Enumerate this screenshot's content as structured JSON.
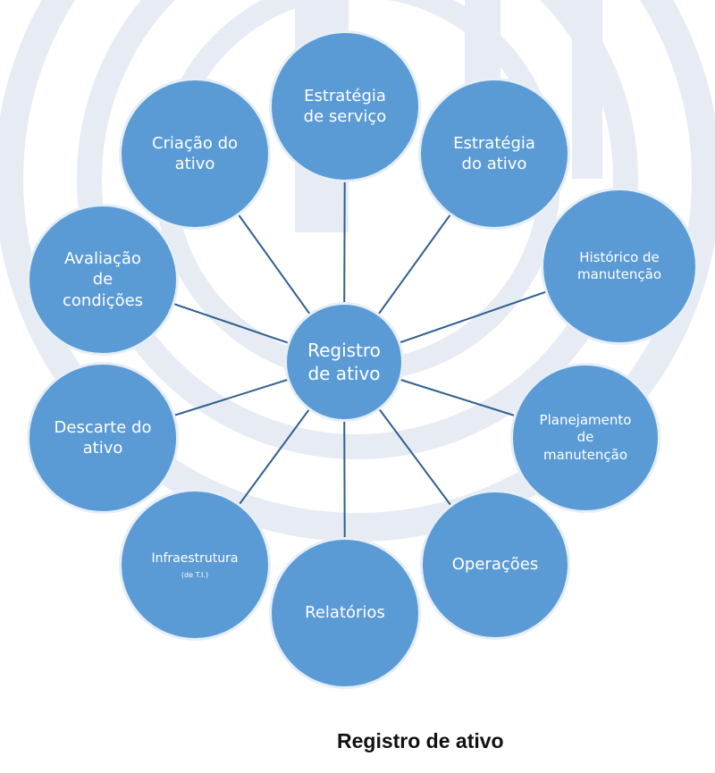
{
  "colors": {
    "node_fill": "#5b9bd5",
    "node_stroke": "#e6eef7",
    "connector": "#2f5f8f",
    "watermark": "#e7ebf3"
  },
  "center": {
    "label": "Registro\nde ativo"
  },
  "nodes": [
    {
      "id": "estrategia-servico",
      "label": "Estratégia\nde serviço"
    },
    {
      "id": "estrategia-ativo",
      "label": "Estratégia\ndo ativo"
    },
    {
      "id": "historico-manutencao",
      "label": "Histórico de\nmanutenção"
    },
    {
      "id": "planejamento-manutencao",
      "label": "Planejamento\nde\nmanutenção"
    },
    {
      "id": "operacoes",
      "label": "Operações"
    },
    {
      "id": "relatorios",
      "label": "Relatórios"
    },
    {
      "id": "infraestrutura",
      "label": "Infraestrutura",
      "sublabel": "(de T.I.)"
    },
    {
      "id": "descarte-ativo",
      "label": "Descarte do\nativo"
    },
    {
      "id": "avaliacao-condicoes",
      "label": "Avaliação\nde\ncondições"
    },
    {
      "id": "criacao-ativo",
      "label": "Criação do\nativo"
    }
  ],
  "caption": "Registro de ativo"
}
